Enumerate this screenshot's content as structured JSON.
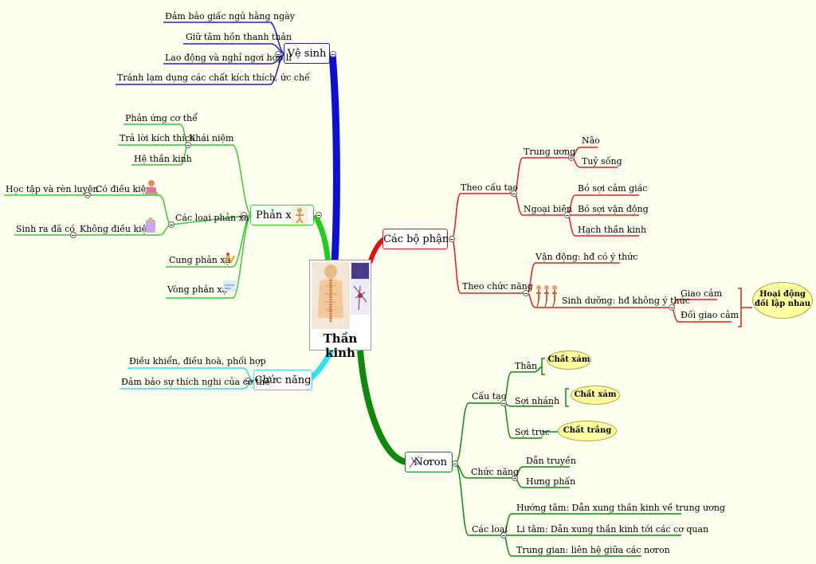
{
  "center": {
    "title": "Thần kinh"
  },
  "ve_sinh": {
    "label": "Vệ sinh",
    "items": [
      "Đảm bảo giấc ngủ hằng ngày",
      "Giữ tâm hồn thanh thản",
      "Lao động và nghỉ ngơi hợp lí",
      "Tránh lạm dụng các chất kích thích, ức chế"
    ]
  },
  "phan_xa": {
    "label": "Phản xạ",
    "khai_niem": {
      "label": "Khái niệm",
      "items": [
        "Phản ứng cơ thể",
        "Trả lời kích thích",
        "Hệ thần kinh"
      ]
    },
    "cac_loai": {
      "label": "Các loại phản xạ",
      "co_dieu_kien": {
        "label": "Có điều kiện",
        "item": "Học tập và rèn luyện"
      },
      "khong_dieu_kien": {
        "label": "Không điều kiện",
        "item": "Sinh ra đã có"
      }
    },
    "cung": "Cung phản xạ",
    "vong": "Vòng phản xạ"
  },
  "chuc_nang": {
    "label": "Chức năng",
    "items": [
      "Điều khiển, điều hoà, phối hợp",
      "Đảm bảo sự thích nghi của cơ thể"
    ]
  },
  "cac_bo_phan": {
    "label": "Các bộ phận",
    "theo_cau_tao": {
      "label": "Theo cấu tạo",
      "trung_uong": {
        "label": "Trung ương",
        "items": [
          "Não",
          "Tuỷ sống"
        ]
      },
      "ngoai_bien": {
        "label": "Ngoại biên",
        "items": [
          "Bó sợi cảm giác",
          "Bó sợi vận động",
          "Hạch thần kinh"
        ]
      }
    },
    "theo_chuc_nang": {
      "label": "Theo chức năng",
      "van_dong": "Vận động: hđ có ý thức",
      "sinh_duong": {
        "label": "Sinh dưỡng: hđ không ý thức",
        "items": [
          "Giao cảm",
          "Đối giao cảm"
        ]
      },
      "note": [
        "Hoại động",
        "đối lập nhau"
      ]
    }
  },
  "noron": {
    "label": "Nơron",
    "cau_tao": {
      "label": "Cấu tạo",
      "items": [
        {
          "label": "Thân",
          "note": "Chất xám"
        },
        {
          "label": "Sợi nhánh",
          "note": "Chất xám"
        },
        {
          "label": "Sợi trục",
          "note": "Chất trắng"
        }
      ]
    },
    "chuc_nang": {
      "label": "Chức năng",
      "items": [
        "Dẫn truyền",
        "Hưng phấn"
      ]
    },
    "cac_loai": {
      "label": "Các loại",
      "items": [
        "Hướng tâm: Dẫn xung thần kinh về trung ương",
        "Li tâm: Dẫn xung thần kinh tới các cơ quan",
        "Trung gian: liên hệ giữa các nơron"
      ]
    }
  },
  "colors": {
    "ve_sinh": "#2020c8",
    "phan_xa": "#33cc33",
    "chuc_nang": "#33dddd",
    "cac_bo_phan": "#e02020",
    "noron": "#118811",
    "note_fill": "#ffffa0"
  },
  "icons": [
    "spine-icon",
    "neuron-icon",
    "child-icon",
    "body-chart-icon",
    "hand-icon",
    "reflex-icon",
    "body-figures-icon"
  ]
}
